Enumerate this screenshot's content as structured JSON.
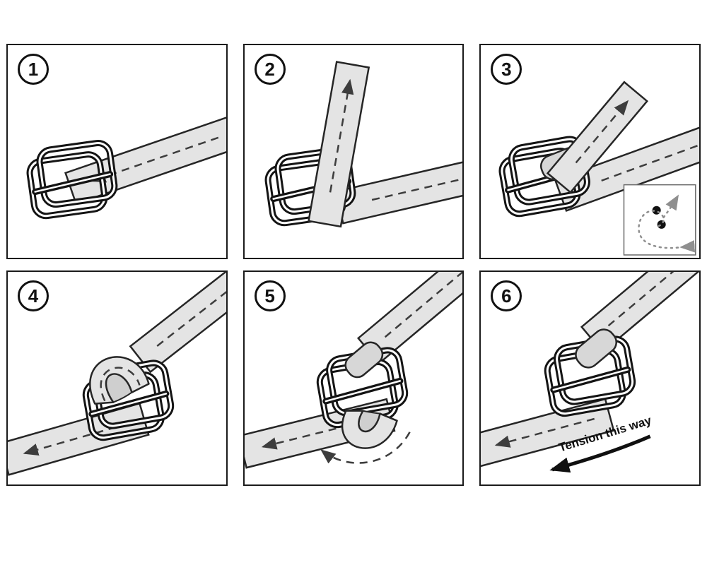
{
  "colors": {
    "background": "#ffffff",
    "panel_border": "#1b1b1b",
    "line": "#3d3d3d",
    "strap_fill": "#e4e4e4",
    "buckle_wire": "#141414",
    "text": "#101010"
  },
  "icons": {
    "dashed_arrow": "strap-feed-direction-arrow",
    "solid_arrow": "tension-direction-arrow",
    "dotted_path": "threading-path-detail"
  },
  "panels": [
    {
      "number": "1"
    },
    {
      "number": "2"
    },
    {
      "number": "3"
    },
    {
      "number": "4"
    },
    {
      "number": "5"
    },
    {
      "number": "6",
      "caption": "Tension this way"
    }
  ]
}
